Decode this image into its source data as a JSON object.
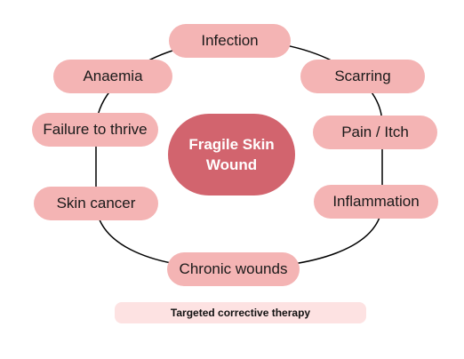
{
  "center": {
    "line1": "Fragile Skin",
    "line2": "Wound"
  },
  "outcomes": [
    "Infection",
    "Scarring",
    "Pain / Itch",
    "Inflammation",
    "Chronic wounds",
    "Skin cancer",
    "Failure to thrive",
    "Anaemia"
  ],
  "footer": {
    "label": "Targeted corrective therapy"
  },
  "colors": {
    "pill_fill": "#f4b4b4",
    "center_fill": "#d2646e",
    "footer_fill": "#fde2e2",
    "connector": "#000000"
  }
}
